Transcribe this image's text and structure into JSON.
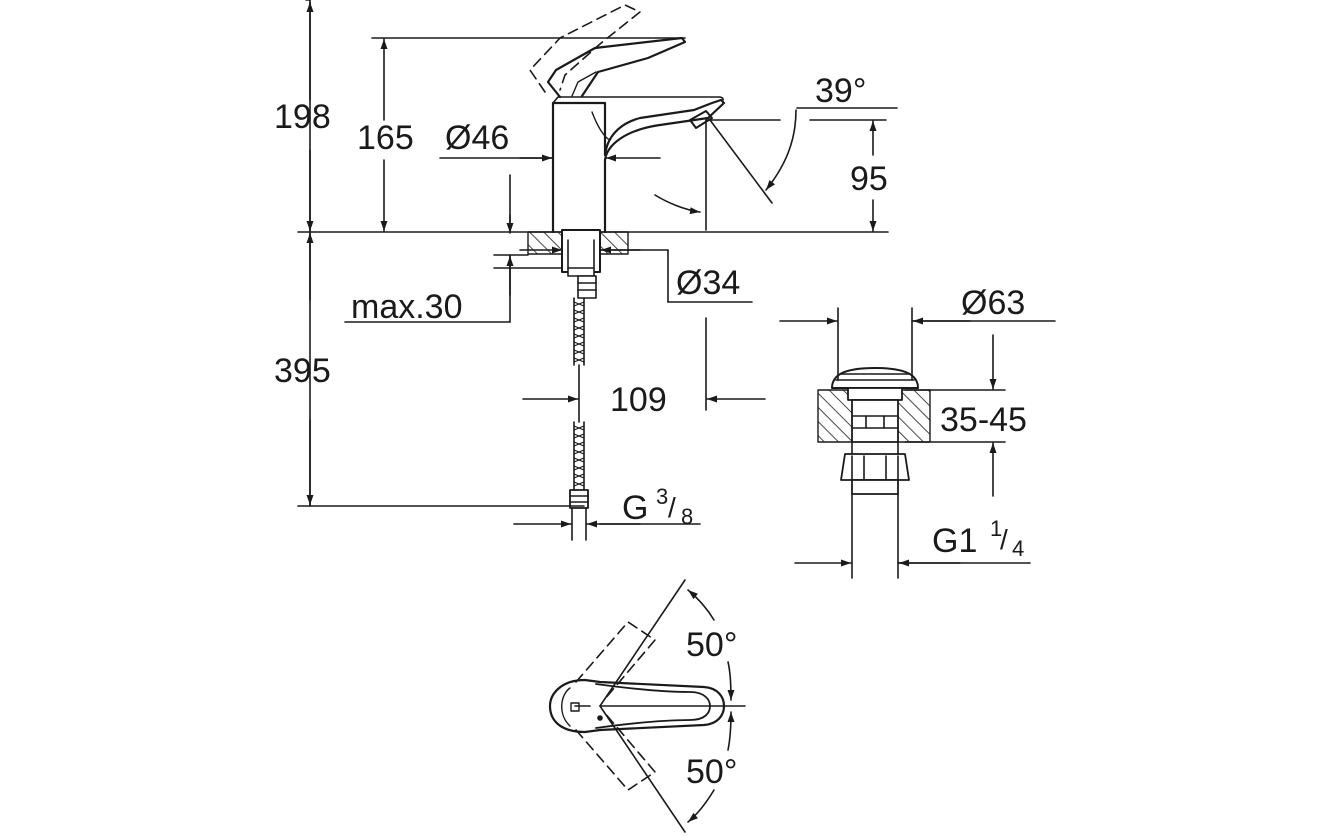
{
  "dimensions": {
    "total_height": "198",
    "height_to_lever": "165",
    "body_diameter": "Ø46",
    "spout_angle": "39°",
    "spout_height": "95",
    "base_diameter": "Ø34",
    "max_thickness": "max.30",
    "hose_length": "395",
    "reach": "109",
    "connection": "G",
    "connection_num": "3",
    "connection_den": "8",
    "waste_diameter": "Ø63",
    "waste_range": "35-45",
    "waste_thread": "G1",
    "waste_num": "1",
    "waste_den": "4",
    "rotation_up": "50°",
    "rotation_down": "50°"
  },
  "colors": {
    "line": "#1a1a1a",
    "background": "#ffffff"
  }
}
